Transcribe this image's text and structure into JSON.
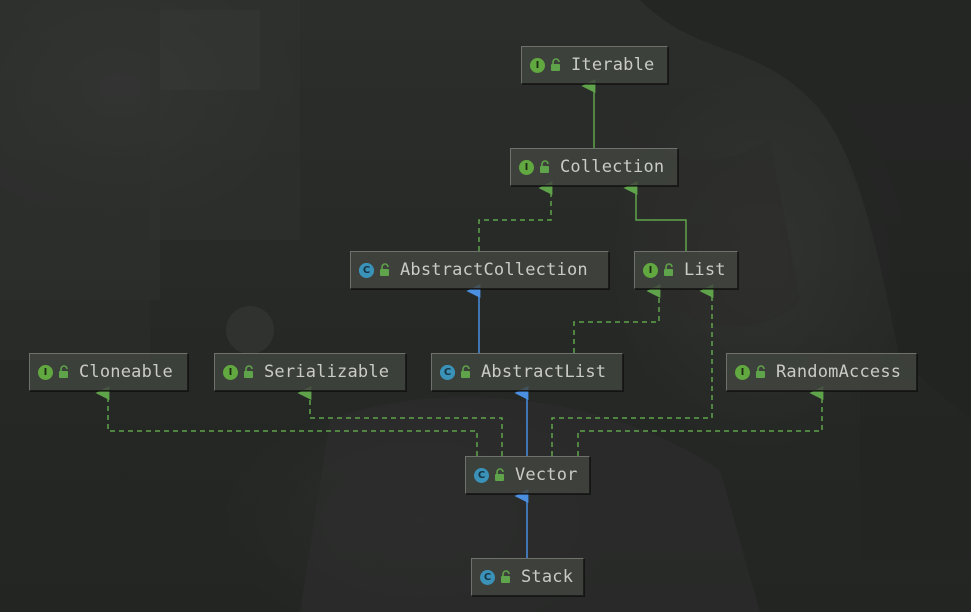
{
  "colors": {
    "implements_edge": "#5fa34a",
    "extends_edge": "#4a8fe0",
    "interface_icon": "#62a840",
    "class_icon": "#3a92b8"
  },
  "nodes": [
    {
      "id": "iterable",
      "label": "Iterable",
      "kind": "interface",
      "kind_letter": "I",
      "icon": "interface-icon"
    },
    {
      "id": "collection",
      "label": "Collection",
      "kind": "interface",
      "kind_letter": "I",
      "icon": "interface-icon"
    },
    {
      "id": "abstract_collection",
      "label": "AbstractCollection",
      "kind": "abstract",
      "kind_letter": "C",
      "icon": "abstract-class-icon"
    },
    {
      "id": "list",
      "label": "List",
      "kind": "interface",
      "kind_letter": "I",
      "icon": "interface-icon"
    },
    {
      "id": "cloneable",
      "label": "Cloneable",
      "kind": "interface",
      "kind_letter": "I",
      "icon": "interface-icon"
    },
    {
      "id": "serializable",
      "label": "Serializable",
      "kind": "interface",
      "kind_letter": "I",
      "icon": "interface-icon"
    },
    {
      "id": "abstract_list",
      "label": "AbstractList",
      "kind": "abstract",
      "kind_letter": "C",
      "icon": "abstract-class-icon"
    },
    {
      "id": "random_access",
      "label": "RandomAccess",
      "kind": "interface",
      "kind_letter": "I",
      "icon": "interface-icon"
    },
    {
      "id": "vector",
      "label": "Vector",
      "kind": "class",
      "kind_letter": "C",
      "icon": "class-icon"
    },
    {
      "id": "stack",
      "label": "Stack",
      "kind": "class",
      "kind_letter": "C",
      "icon": "class-icon"
    }
  ],
  "edges": [
    {
      "from": "collection",
      "to": "iterable",
      "type": "extends-interface"
    },
    {
      "from": "abstract_collection",
      "to": "collection",
      "type": "implements"
    },
    {
      "from": "list",
      "to": "collection",
      "type": "extends-interface"
    },
    {
      "from": "abstract_list",
      "to": "abstract_collection",
      "type": "extends"
    },
    {
      "from": "abstract_list",
      "to": "list",
      "type": "implements"
    },
    {
      "from": "vector",
      "to": "abstract_list",
      "type": "extends"
    },
    {
      "from": "vector",
      "to": "cloneable",
      "type": "implements"
    },
    {
      "from": "vector",
      "to": "serializable",
      "type": "implements"
    },
    {
      "from": "vector",
      "to": "list",
      "type": "implements"
    },
    {
      "from": "vector",
      "to": "random_access",
      "type": "implements"
    },
    {
      "from": "stack",
      "to": "vector",
      "type": "extends"
    }
  ]
}
